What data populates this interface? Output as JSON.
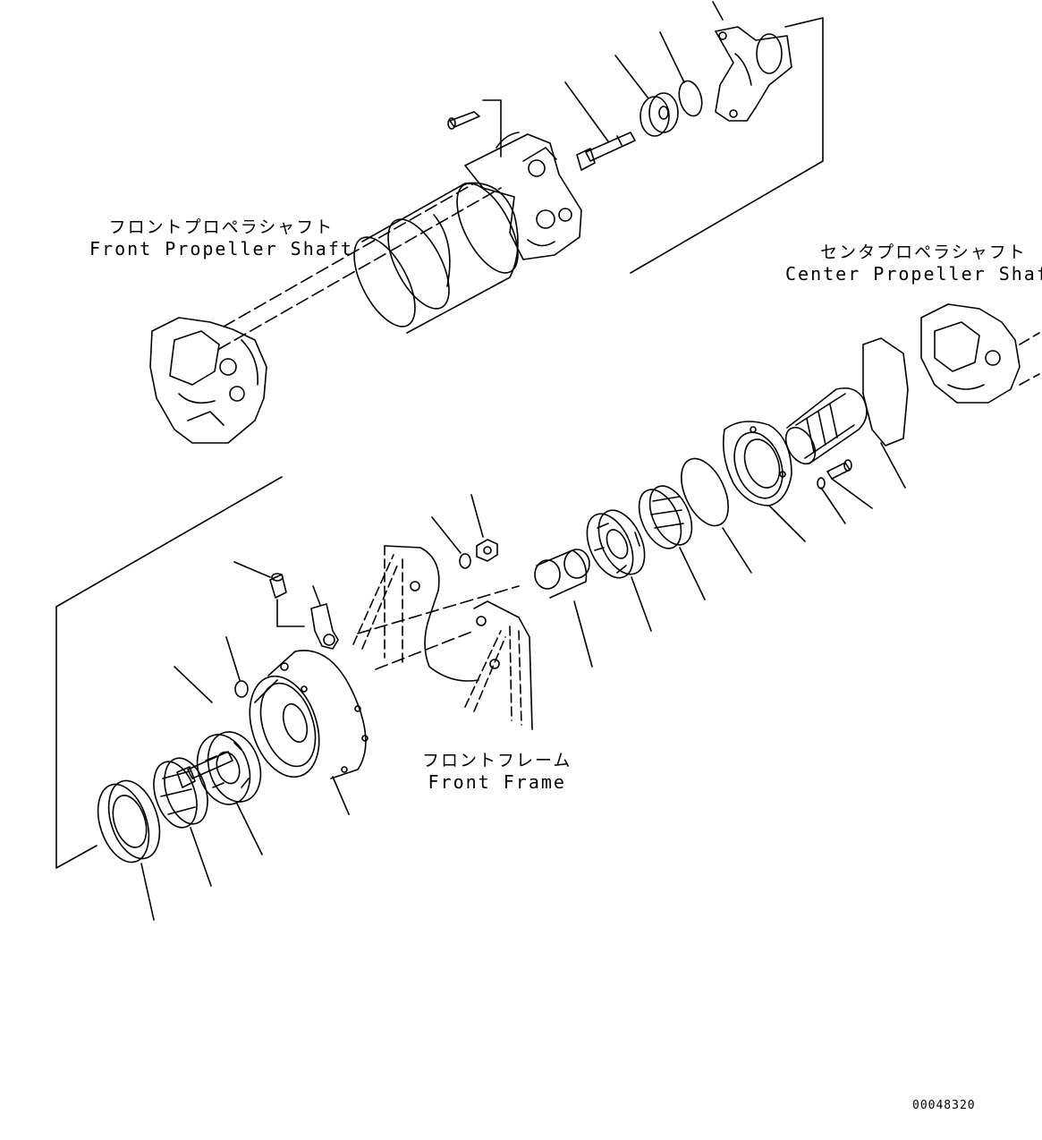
{
  "labels": {
    "front_shaft_jp": "フロントプロペラシャフト",
    "front_shaft_en": "Front Propeller Shaft",
    "center_shaft_jp": "センタプロペラシャフト",
    "center_shaft_en": "Center Propeller Shaft",
    "front_frame_jp": "フロントフレーム",
    "front_frame_en": "Front Frame",
    "drawing_number": "00048320"
  },
  "colors": {
    "line": "#000000",
    "background": "#ffffff"
  }
}
